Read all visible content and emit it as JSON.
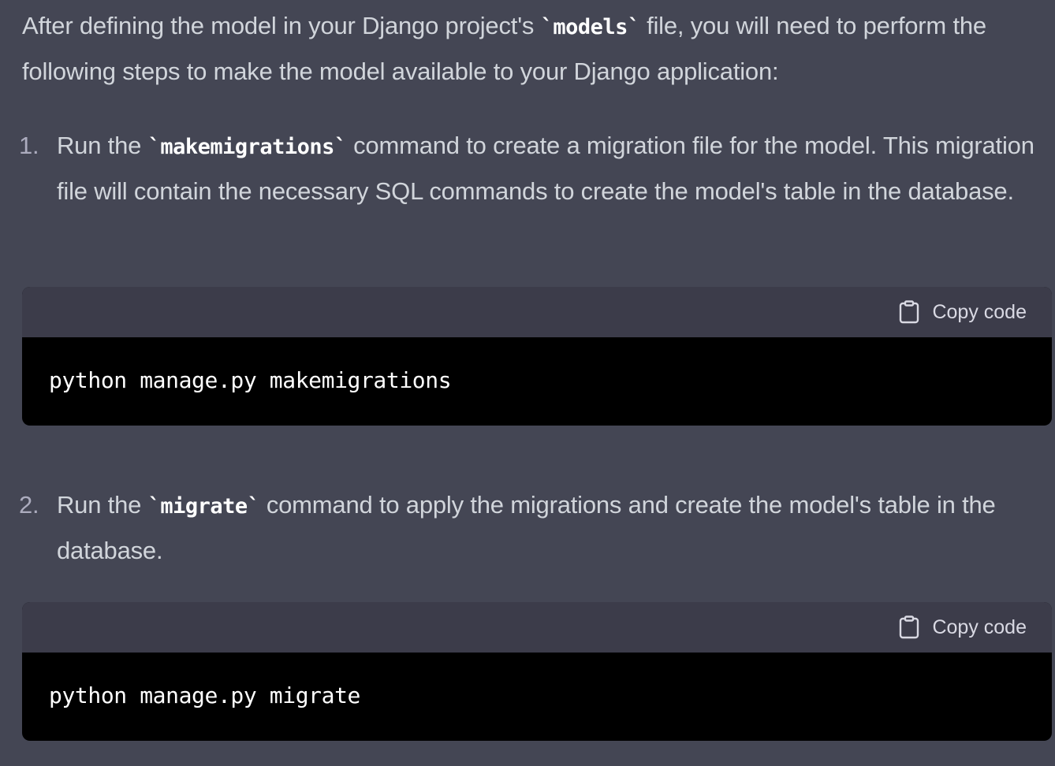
{
  "intro": {
    "text_before": "After defining the model in your Django project's ",
    "code": "`models`",
    "text_after": " file, you will need to perform the following steps to make the model available to your Django application:"
  },
  "steps": [
    {
      "number": "1.",
      "text_before": "Run the ",
      "code": "`makemigrations`",
      "text_after": " command to create a migration file for the model. This migration file will contain the necessary SQL commands to create the model's table in the database."
    },
    {
      "number": "2.",
      "text_before": "Run the ",
      "code": "`migrate`",
      "text_after": " command to apply the migrations and create the model's table in the database."
    }
  ],
  "code_blocks": [
    {
      "copy_label": "Copy code",
      "copy_icon": "clipboard-icon",
      "code": "python manage.py makemigrations"
    },
    {
      "copy_label": "Copy code",
      "copy_icon": "clipboard-icon",
      "code": "python manage.py migrate"
    }
  ]
}
